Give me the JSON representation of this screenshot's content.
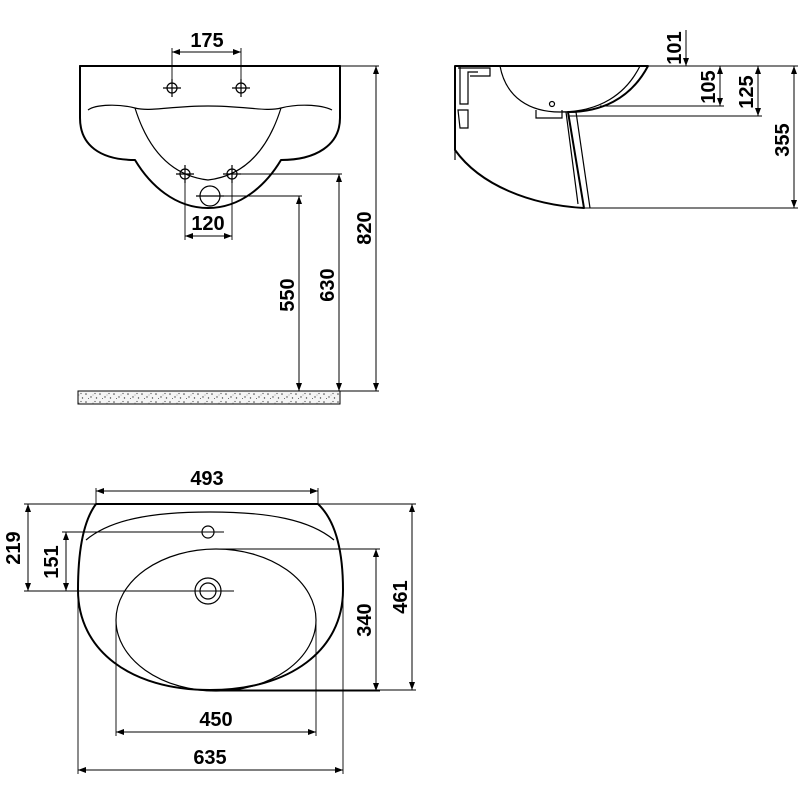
{
  "front_view": {
    "dim_tap_spacing": "175",
    "dim_center_holes": "120",
    "dim_drain_height": "550",
    "dim_hole_height": "630",
    "dim_total_height": "820"
  },
  "side_view": {
    "dim_101": "101",
    "dim_105": "105",
    "dim_125": "125",
    "dim_355": "355"
  },
  "top_view": {
    "dim_back_width": "493",
    "dim_219": "219",
    "dim_151": "151",
    "dim_bowl_depth": "340",
    "dim_total_depth": "461",
    "dim_bowl_width": "450",
    "dim_total_width": "635"
  }
}
